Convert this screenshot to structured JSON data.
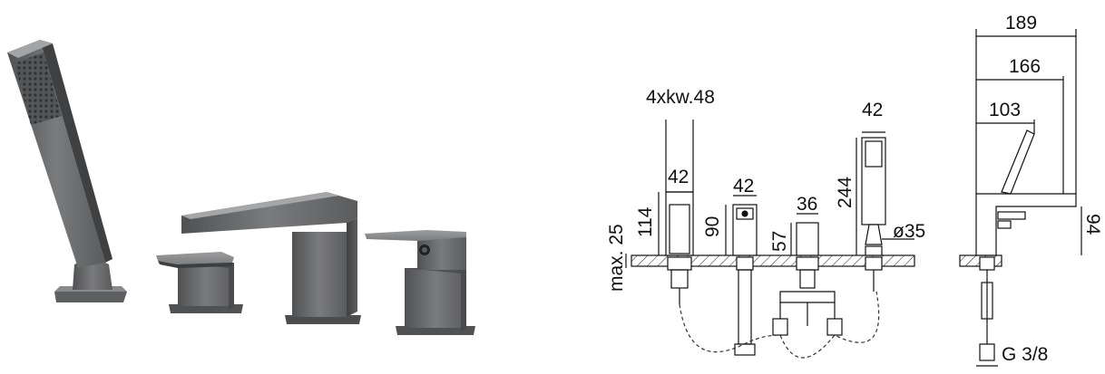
{
  "labels": {
    "holes": "4xkw.48",
    "w_mixer": "42",
    "w_valve": "42",
    "w_diverter": "36",
    "w_handshower": "42",
    "h_mixer": "114",
    "h_valve": "90",
    "h_diverter": "57",
    "h_handshower": "244",
    "deck_max": "max. 25",
    "dia_handshower": "ø35",
    "reach_total": "189",
    "reach_spout": "166",
    "reach_handle": "103",
    "spout_height": "94",
    "connection": "G 3/8"
  },
  "colors": {
    "finish": "#6f7072",
    "finish_dark": "#4a4b4d",
    "finish_light": "#9a9b9d",
    "line": "#111111"
  }
}
